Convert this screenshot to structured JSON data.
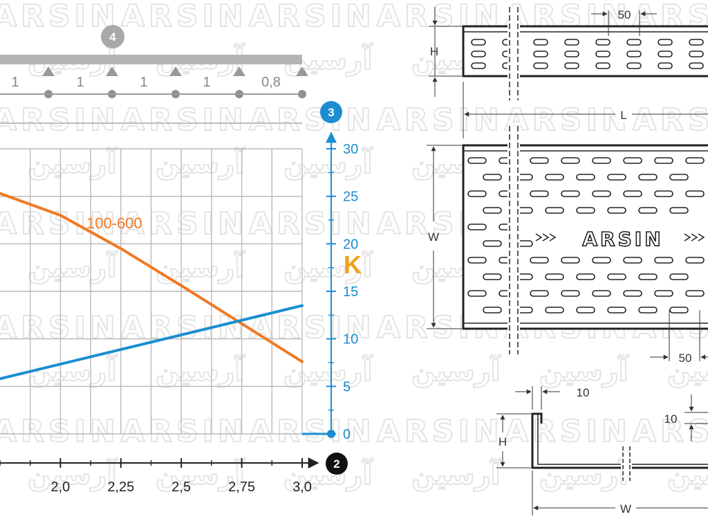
{
  "watermark": {
    "latin": "ARSIN",
    "arabic": "آرسین"
  },
  "load_diagram": {
    "badge": "4",
    "spans": [
      "1",
      "1",
      "1",
      "1",
      "0,8"
    ]
  },
  "chart": {
    "x_badge": "2",
    "y_badge": "3",
    "y_letter": "K"
  },
  "chart_data": {
    "type": "line",
    "x_tick_labels": [
      "2,0",
      "2,25",
      "2,5",
      "2,75",
      "3,0"
    ],
    "y_tick_labels": [
      "0",
      "5",
      "10",
      "15",
      "20",
      "25",
      "30"
    ],
    "xlim": [
      1.75,
      3.0
    ],
    "ylim": [
      0,
      30
    ],
    "series": [
      {
        "name": "100-600",
        "color": "#f07a24",
        "x": [
          1.75,
          2.0,
          2.25,
          2.5,
          2.75,
          3.0
        ],
        "y": [
          25.3,
          23.0,
          19.5,
          15.6,
          11.6,
          7.6
        ]
      },
      {
        "color": "#1a8ed0",
        "x": [
          1.75,
          3.0
        ],
        "y": [
          5.8,
          13.5
        ]
      }
    ]
  },
  "drawing": {
    "top_view": {
      "height_label": "H",
      "length_label": "L",
      "pitch_label": "50"
    },
    "plan_view": {
      "width_label": "W",
      "pitch_label": "50",
      "logo": "ARSIN"
    },
    "section": {
      "height_label": "H",
      "width_label": "W",
      "lip_w_label": "10",
      "lip_h_label": "10"
    }
  }
}
